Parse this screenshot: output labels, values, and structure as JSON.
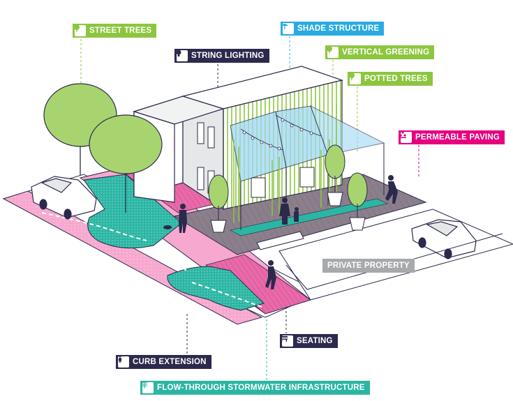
{
  "colors": {
    "green": "#8cc63f",
    "navy": "#2b2a4c",
    "sky": "#29abe2",
    "magenta": "#e6007e",
    "teal": "#2bb6a3",
    "grey": "#a7a9ac",
    "pink": "#f7a8cf",
    "paving": "#8c7f8c"
  },
  "labels": {
    "street_trees": {
      "text": "STREET TREES",
      "icon": "tree-icon"
    },
    "string_lighting": {
      "text": "STRING LIGHTING",
      "icon": "bulb-icon"
    },
    "shade_structure": {
      "text": "SHADE STRUCTURE",
      "icon": "umbrella-icon"
    },
    "vertical_greening": {
      "text": "VERTICAL GREENING",
      "icon": "tree-icon"
    },
    "potted_trees": {
      "text": "POTTED TREES",
      "icon": "tree-icon"
    },
    "permeable_paving": {
      "text": "PERMEABLE PAVING",
      "icon": "drops-icon"
    },
    "private_property": {
      "text": "PRIVATE PROPERTY"
    },
    "seating": {
      "text": "SEATING",
      "icon": "bench-icon"
    },
    "curb_extension": {
      "text": "CURB EXTENSION",
      "icon": "pedestrian-icon"
    },
    "stormwater": {
      "text": "FLOW-THROUGH STORMWATER INFRASTRUCTURE",
      "icon": "fern-icon"
    }
  }
}
